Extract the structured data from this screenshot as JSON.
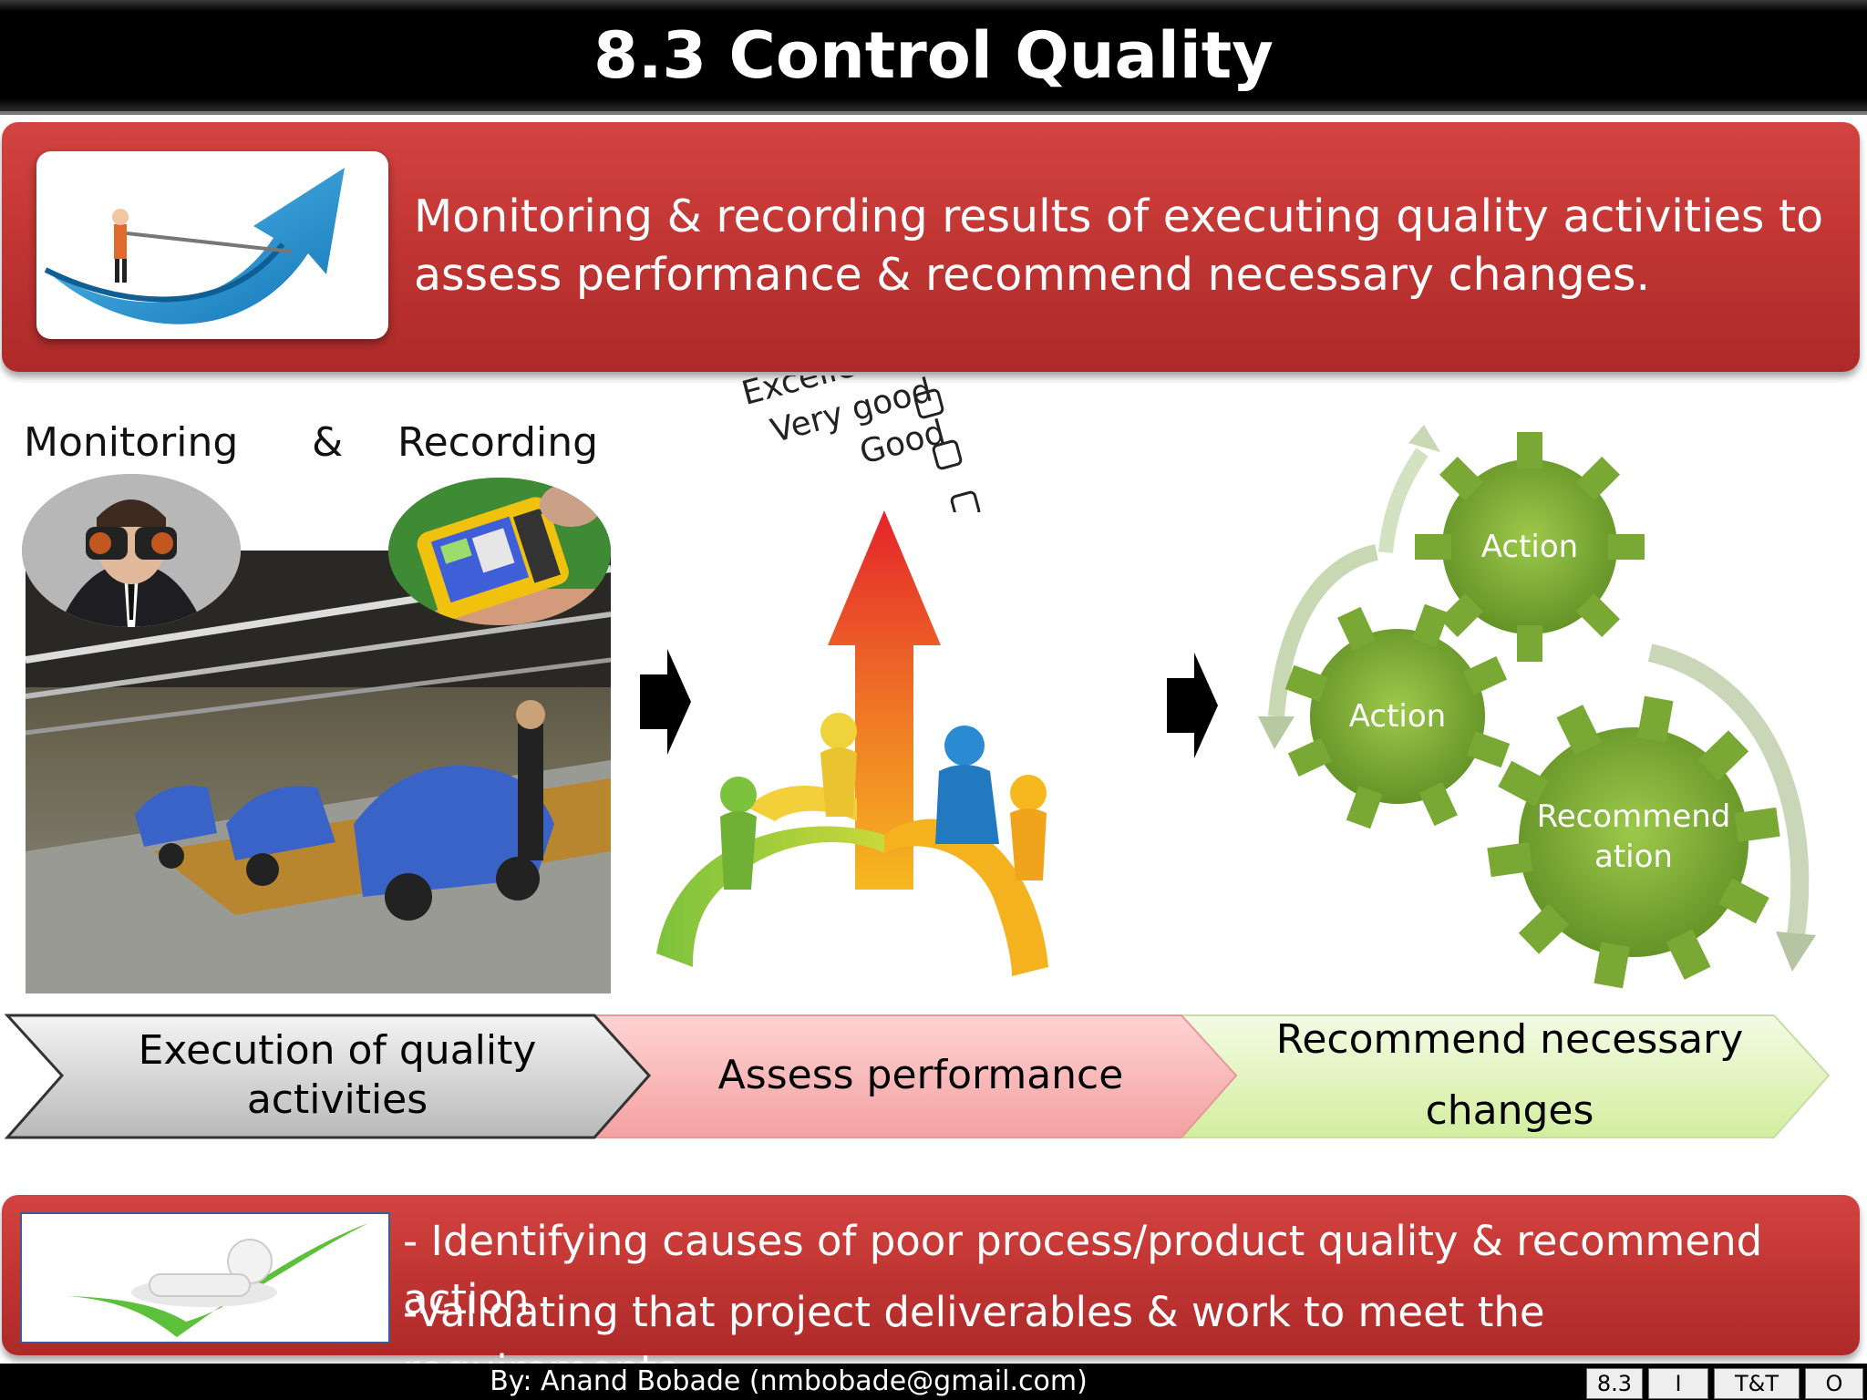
{
  "title": "8.3 Control Quality",
  "definition_lines": [
    "Monitoring & recording results of executing quality activities to",
    "assess performance & recommend necessary changes."
  ],
  "monitoring_header": {
    "left": "Monitoring",
    "amp": "&",
    "right": "Recording"
  },
  "survey_options": [
    "Excellent",
    "Very good",
    "Good"
  ],
  "gears": {
    "top": "Action",
    "middle": "Action",
    "bottom_line1": "Recommend",
    "bottom_line2": "ation"
  },
  "steps": {
    "step1_line1": "Execution of quality",
    "step1_line2": "activities",
    "step2": "Assess performance",
    "step3_line1": "Recommend necessary",
    "step3_line2": "changes"
  },
  "bullets": [
    "- Identifying causes of poor process/product quality & recommend action",
    "-Validating that project deliverables & work to meet the requirements."
  ],
  "footer": {
    "credit": "By: Anand Bobade (nmbobade@gmail.com)",
    "nav": [
      "8.3",
      "I",
      "T&T",
      "O"
    ]
  },
  "colors": {
    "banner_red": "#c23634",
    "gear_green": "#8bbf3b",
    "arrow_red": "#e4232b"
  }
}
